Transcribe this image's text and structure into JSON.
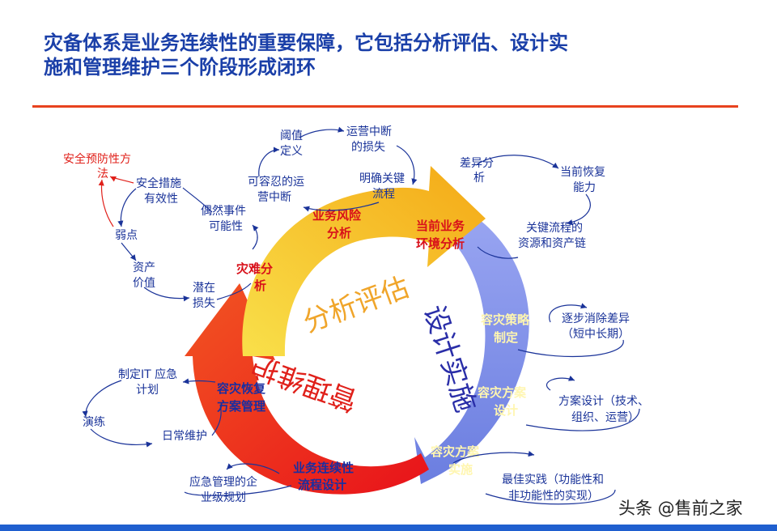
{
  "title": {
    "line1": "灾备体系是业务连续性的重要保障，它包括分析评估、设计实",
    "line2": "施和管理维护三个阶段形成闭环"
  },
  "colors": {
    "title": "#1a3fa8",
    "rule": "#e8421e",
    "yellow": "#f7c61c",
    "blue": "#7e8de6",
    "red": "#e8121a",
    "label": "#1a3399"
  },
  "phases": {
    "analysis": "分析评估",
    "design": "设计实施",
    "maintain": "管理维护"
  },
  "band": {
    "disaster_analysis": [
      "灾难分",
      "析"
    ],
    "business_risk": [
      "业务风险",
      "分析"
    ],
    "current_env": [
      "当前业务",
      "环境分析"
    ],
    "strategy": [
      "容灾策略",
      "制定"
    ],
    "plan_design": [
      "容灾方案",
      "设计"
    ],
    "plan_impl": [
      "容灾方案",
      "实施"
    ],
    "bcp_design": [
      "业务连续性",
      "流程设计"
    ],
    "recovery_mgmt": [
      "容灾恢复",
      "方案管理"
    ]
  },
  "labels": {
    "threshold": [
      "阈值",
      "定义"
    ],
    "ops_loss": [
      "运营中断",
      "的损失"
    ],
    "tolerable": [
      "可容忍的运",
      "营中断"
    ],
    "key_process": [
      "明确关键",
      "流程"
    ],
    "security_prevent": [
      "安全预防性方",
      "法"
    ],
    "security_measure": [
      "安全措施",
      "有效性"
    ],
    "incident": [
      "偶然事件",
      "可能性"
    ],
    "weakness": [
      "弱点"
    ],
    "asset_value": [
      "资产",
      "价值"
    ],
    "potential_loss": [
      "潜在",
      "损失"
    ],
    "gap": [
      "差异分",
      "析"
    ],
    "current_recovery": [
      "当前恢复",
      "能力"
    ],
    "resource_chain": [
      "关键流程的",
      "资源和资产链"
    ],
    "eliminate_gap": [
      "逐步消除差异",
      "（短中长期）"
    ],
    "plan_detail": [
      "方案设计（技术、",
      "组织、运营）"
    ],
    "best_practice": [
      "最佳实践（功能性和",
      "非功能性的实现）"
    ],
    "enterprise_plan": [
      "应急管理的企",
      "业级规划"
    ],
    "it_plan": [
      "制定IT 应急",
      "计划"
    ],
    "drill": [
      "演练"
    ],
    "daily_maint": [
      "日常维护"
    ]
  },
  "watermark": "头条 @售前之家"
}
